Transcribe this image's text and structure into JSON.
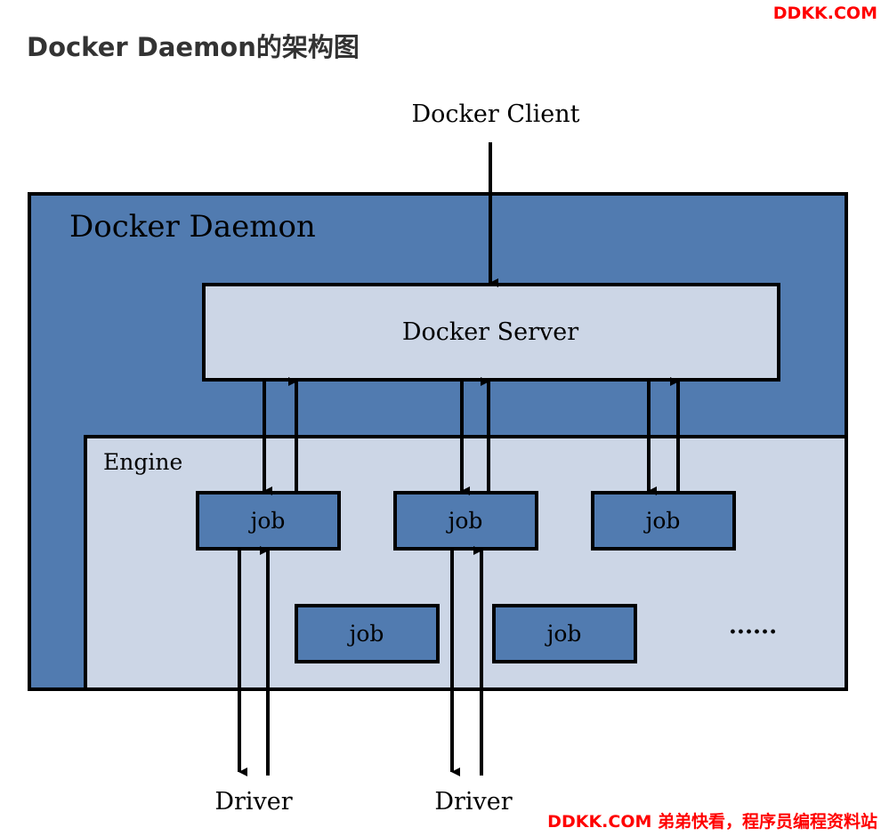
{
  "header": {
    "title": "Docker Daemon的架构图",
    "brand": "DDKK.COM"
  },
  "diagram": {
    "client_label": "Docker Client",
    "daemon_label": "Docker Daemon",
    "server_label": "Docker Server",
    "engine_label": "Engine",
    "job_label": "job",
    "ellipsis": "......",
    "driver_label": "Driver"
  },
  "footer": {
    "watermark": "DDKK.COM 弟弟快看，程序员编程资料站"
  },
  "colors": {
    "daemon_fill": "#517bb0",
    "light_fill": "#ccd6e6",
    "job_fill": "#517bb0",
    "stroke": "#000000",
    "brand_red": "#ff0000"
  }
}
